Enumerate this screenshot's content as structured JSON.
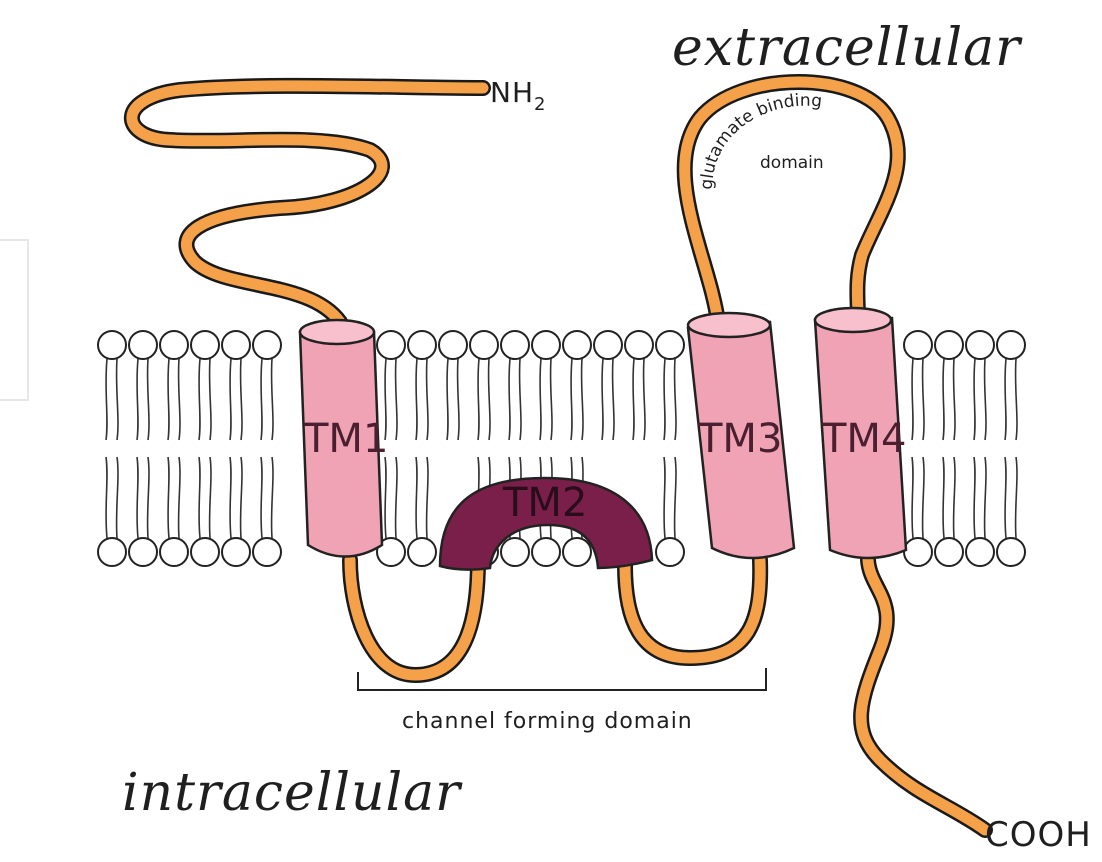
{
  "labels": {
    "extracellular": "extracellular",
    "intracellular": "intracellular",
    "n_terminus": "NH",
    "n_terminus_subscript": "2",
    "c_terminus": "COOH",
    "binding_domain_line1": "glutamate binding",
    "binding_domain_line2": "domain",
    "channel_domain": "channel forming domain"
  },
  "segments": [
    {
      "id": "tm1",
      "label": "TM1",
      "color": "#f0a3b5"
    },
    {
      "id": "tm2",
      "label": "TM2",
      "color": "#7a1f4a"
    },
    {
      "id": "tm3",
      "label": "TM3",
      "color": "#f0a3b5"
    },
    {
      "id": "tm4",
      "label": "TM4",
      "color": "#f0a3b5"
    }
  ],
  "colors": {
    "chain": "#f4a14a",
    "chain_outline": "#1a1a1a",
    "lipid_head": "#ffffff",
    "outline": "#222222"
  }
}
